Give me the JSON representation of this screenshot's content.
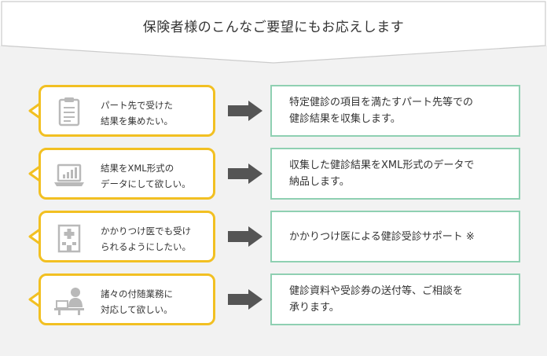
{
  "header": {
    "title": "保険者様のこんなご要望にもお応えします"
  },
  "colors": {
    "need_border": "#f2c022",
    "answer_border": "#8fd0b2",
    "arrow": "#555555",
    "icon": "#b9b9b9",
    "panel_bg": "#f2f2f2"
  },
  "rows": [
    {
      "icon": "clipboard-icon",
      "need": "パート先で受けた\n結果を集めたい。",
      "answer": "特定健診の項目を満たすパート先等での\n健診結果を収集します。"
    },
    {
      "icon": "laptop-chart-icon",
      "need": "結果をXML形式の\nデータにして欲しい。",
      "answer": "収集した健診結果をXML形式のデータで\n納品します。"
    },
    {
      "icon": "hospital-icon",
      "need": "かかりつけ医でも受け\nられるようにしたい。",
      "answer": "かかりつけ医による健診受診サポート ※"
    },
    {
      "icon": "desk-worker-icon",
      "need": "諸々の付随業務に\n対応して欲しい。",
      "answer": "健診資料や受診券の送付等、ご相談を\n承ります。"
    }
  ]
}
